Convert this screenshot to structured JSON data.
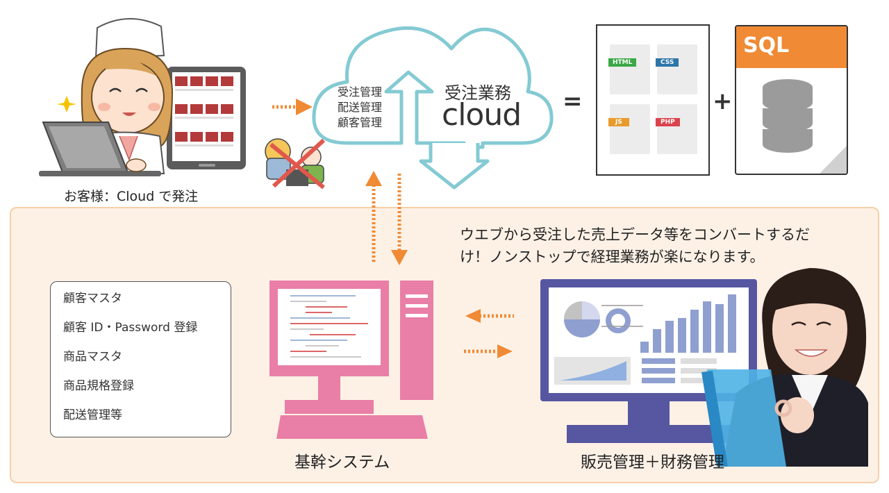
{
  "customer": {
    "caption": "お客様：Cloud で発注"
  },
  "cloud": {
    "title": "受注業務",
    "brand": "cloud",
    "functions": [
      "受注管理",
      "配送管理",
      "顧客管理"
    ]
  },
  "stack": {
    "equals": "=",
    "plus": "+",
    "files": [
      "HTML",
      "CSS",
      "JS",
      "PHP"
    ],
    "database": "SQL",
    "file_colors": {
      "HTML": "#3aa845",
      "CSS": "#2c76a8",
      "JS": "#e89b2c",
      "PHP": "#d9434d"
    },
    "database_color": "#f08a35"
  },
  "callout": {
    "line1": "ウエブから受注した売上データ等をコンバートするだ",
    "line2": "け！ノンストップで経理業務が楽になります。"
  },
  "master_list": [
    "顧客マスタ",
    "顧客 ID・Password 登録",
    "商品マスタ",
    "商品規格登録",
    "配送管理等"
  ],
  "core_system": {
    "label": "基幹システム",
    "color": "#e97ea6"
  },
  "sales_system": {
    "label": "販売管理＋財務管理",
    "color": "#5657a0"
  },
  "colors": {
    "arrow": "#f08a35",
    "cloud_stroke": "#84cad3",
    "panel_bg": "#fdf1e6",
    "panel_border": "#f6cfa6"
  }
}
